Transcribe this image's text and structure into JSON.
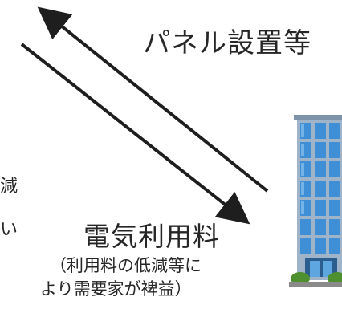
{
  "labels": {
    "panel_installation": "パネル設置等",
    "electricity_fee": "電気利用料",
    "note_line1": "（利用料の低減等に",
    "note_line2": "より需要家が裨益）",
    "edge_fragment_1": "減",
    "edge_fragment_2": "い"
  },
  "icons": {
    "building": "office-building-icon"
  },
  "colors": {
    "arrow": "#1e1e1e",
    "building_glass": "#3e8fd6",
    "building_frame": "#9fb4c8"
  }
}
